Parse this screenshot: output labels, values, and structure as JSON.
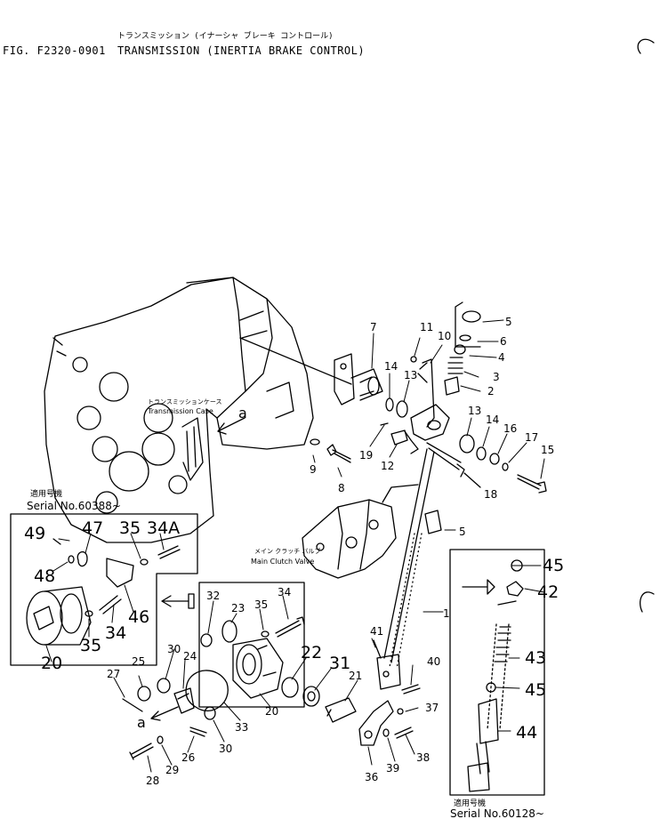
{
  "header": {
    "figure_id": "FIG. F2320-0901",
    "title_jp": "トランスミッション (イナーシャ ブレーキ コントロール)",
    "title_en": "TRANSMISSION (INERTIA BRAKE CONTROL)"
  },
  "notes": {
    "transmission_case_jp": "トランスミッションケース",
    "transmission_case_en": "Transmission Case",
    "main_clutch_valve_jp": "メイン クラッチ バルブ",
    "main_clutch_valve_en": "Main Clutch Valve",
    "applicable_jp_left": "適用号機",
    "serial_left": "Serial No.60388~",
    "applicable_jp_right": "適用号機",
    "serial_right": "Serial No.60128~",
    "view_marker": "a"
  },
  "callouts": {
    "c1": "1",
    "c2": "2",
    "c3": "3",
    "c4": "4",
    "c5a": "5",
    "c5b": "5",
    "c6": "6",
    "c7": "7",
    "c8": "8",
    "c9": "9",
    "c10": "10",
    "c11": "11",
    "c12": "12",
    "c13a": "13",
    "c13b": "13",
    "c14a": "14",
    "c14b": "14",
    "c15": "15",
    "c16": "16",
    "c17": "17",
    "c18": "18",
    "c19": "19",
    "c20a": "20",
    "c20b": "20",
    "c21": "21",
    "c22": "22",
    "c23": "23",
    "c24": "24",
    "c25": "25",
    "c26": "26",
    "c27": "27",
    "c28": "28",
    "c29": "29",
    "c30a": "30",
    "c30b": "30",
    "c31": "31",
    "c32": "32",
    "c33": "33",
    "c34a": "34",
    "c34b": "34",
    "c34A": "34A",
    "c35a": "35",
    "c35b": "35",
    "c35c": "35",
    "c36": "36",
    "c37": "37",
    "c38": "38",
    "c39": "39",
    "c40": "40",
    "c41": "41",
    "c42": "42",
    "c43": "43",
    "c44": "44",
    "c45a": "45",
    "c45b": "45",
    "c46": "46",
    "c47": "47",
    "c48": "48",
    "c49": "49"
  }
}
